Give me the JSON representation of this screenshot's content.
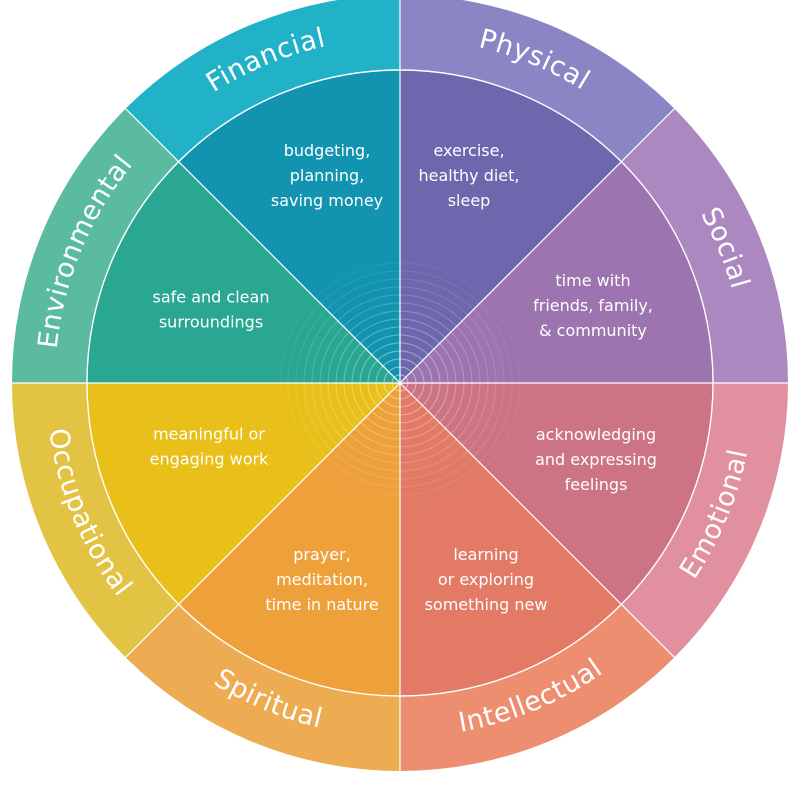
{
  "segments": [
    {
      "label": "Physical",
      "lines": [
        "exercise,",
        "healthy diet,",
        "sleep"
      ],
      "outer_color": "#8a85c4",
      "inner_color": "#6d67ad"
    },
    {
      "label": "Social",
      "lines": [
        "time with",
        "friends, family,",
        "& community"
      ],
      "outer_color": "#ab88c0",
      "inner_color": "#9b74b0"
    },
    {
      "label": "Emotional",
      "lines": [
        "acknowledging",
        "and expressing",
        "feelings"
      ],
      "outer_color": "#e0909e",
      "inner_color": "#cd7484"
    },
    {
      "label": "Intellectual",
      "lines": [
        "learning",
        "or exploring",
        "something new"
      ],
      "outer_color": "#ee8e70",
      "inner_color": "#e27a66"
    },
    {
      "label": "Spiritual",
      "lines": [
        "prayer,",
        "meditation,",
        "time in nature"
      ],
      "outer_color": "#eeac52",
      "inner_color": "#eea13a"
    },
    {
      "label": "Occupational",
      "lines": [
        "meaningful or",
        "engaging work"
      ],
      "outer_color": "#e2c344",
      "inner_color": "#e9c019"
    },
    {
      "label": "Environmental",
      "lines": [
        "safe and clean",
        "surroundings"
      ],
      "outer_color": "#5bbba0",
      "inner_color": "#2aa792"
    },
    {
      "label": "Financial",
      "lines": [
        "budgeting,",
        "planning,",
        "saving money"
      ],
      "outer_color": "#22b2c8",
      "inner_color": "#1294b0"
    }
  ]
}
